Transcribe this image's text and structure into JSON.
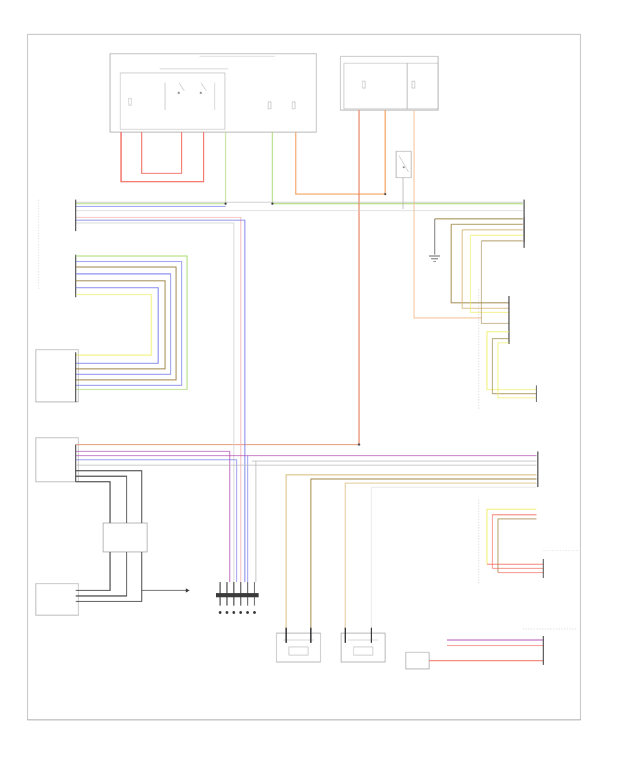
{
  "diagram": {
    "corner_label": "",
    "colors": {
      "red": "#f26b5e",
      "orange": "#f5a566",
      "green": "#a6d96a",
      "blue": "#6c74e6",
      "yellow": "#eeee66",
      "brown": "#9c8240",
      "tan": "#d8b878",
      "violet": "#b34fb3",
      "pink": "#f3b0b0",
      "grey": "#b9b9b9",
      "black": "#3a3a3a"
    },
    "components": [
      {
        "id": "fuse-box-left",
        "icon": "fuse-box-icon",
        "label": ""
      },
      {
        "id": "fuse-box-right",
        "icon": "fuse-box-icon",
        "label": ""
      },
      {
        "id": "engine-control-module",
        "icon": "module-icon",
        "label": ""
      },
      {
        "id": "engine-coolant-sensor",
        "icon": "sensor-icon",
        "label": ""
      },
      {
        "id": "steering-angle-sensor",
        "icon": "module-icon",
        "label": ""
      },
      {
        "id": "junction-connector",
        "icon": "connector-icon",
        "label": ""
      },
      {
        "id": "cruise-control-switch",
        "icon": "switch-icon",
        "label": ""
      },
      {
        "id": "data-link-connector",
        "icon": "connector-icon",
        "label": ""
      },
      {
        "id": "left-speed-sensor",
        "icon": "sensor-icon",
        "label": ""
      },
      {
        "id": "right-speed-sensor",
        "icon": "sensor-icon",
        "label": ""
      },
      {
        "id": "gear-selector",
        "icon": "module-icon",
        "label": ""
      },
      {
        "id": "brake-switch",
        "icon": "switch-icon",
        "label": ""
      },
      {
        "id": "ground-point",
        "icon": "ground-icon",
        "label": ""
      }
    ]
  }
}
